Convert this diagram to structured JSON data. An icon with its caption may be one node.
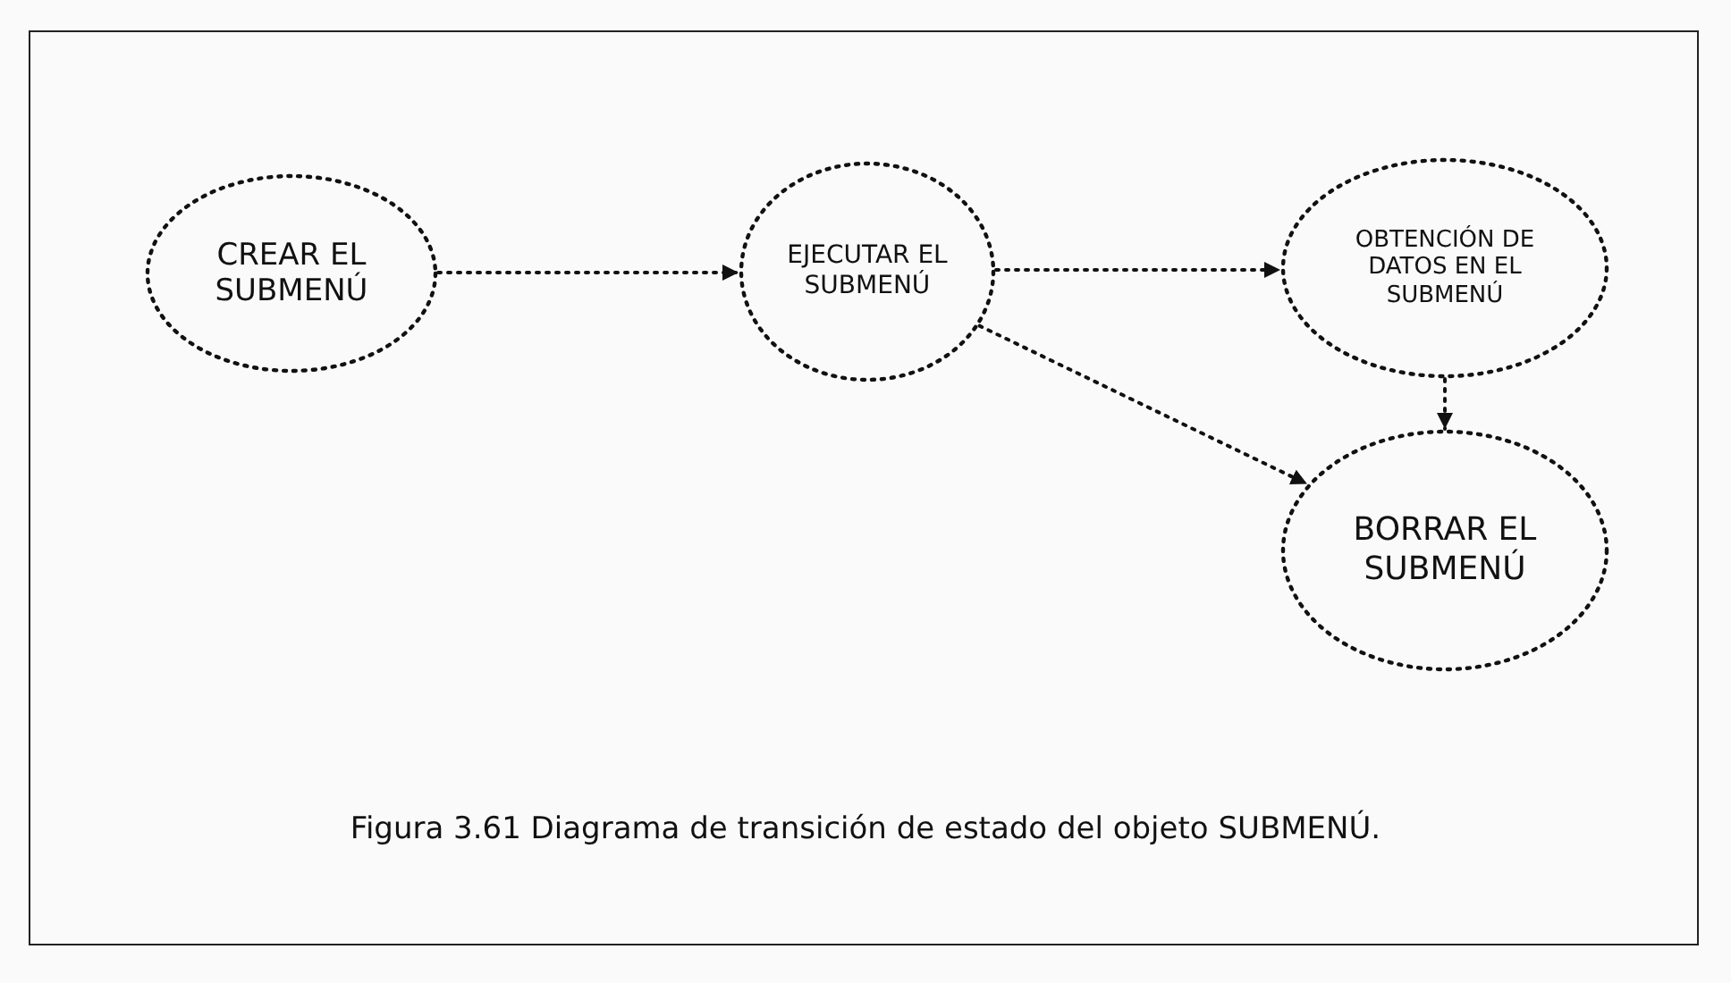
{
  "diagram": {
    "caption": "Figura 3.61 Diagrama de transición de estado del objeto SUBMENÚ.",
    "nodes": [
      {
        "text": [
          "CREAR EL SUBMENÚ"
        ]
      },
      {
        "text": [
          "EJECUTAR EL SUBMENÚ"
        ]
      },
      {
        "text": [
          "OBTENCIÓN DE DATOS EN EL SUBMENÚ"
        ]
      },
      {
        "text": [
          "BORRAR EL SUBMENÚ"
        ]
      }
    ],
    "edges": [
      {
        "from": 0,
        "to": 1,
        "arrow": "to"
      },
      {
        "from": 1,
        "to": 2,
        "arrow": "to"
      },
      {
        "from": 1,
        "to": 3,
        "arrow": "to"
      },
      {
        "from": 2,
        "to": 3,
        "arrow": "to"
      }
    ]
  }
}
